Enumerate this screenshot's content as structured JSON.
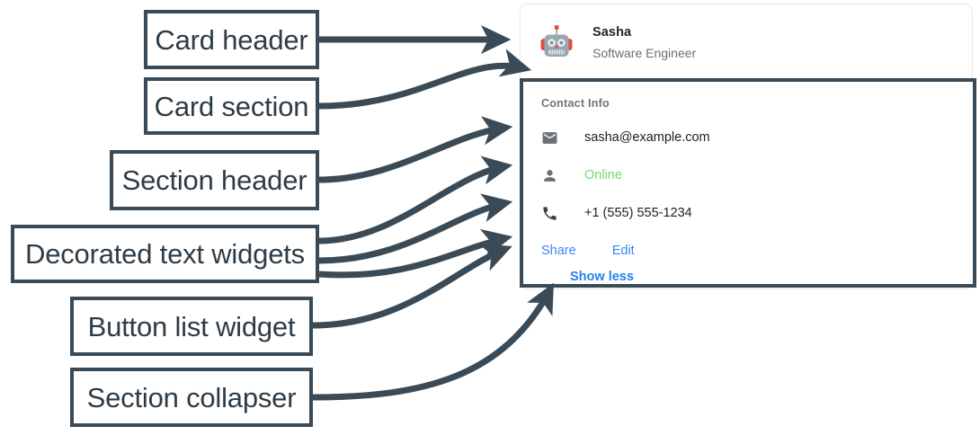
{
  "annotations": [
    {
      "id": "card-header",
      "label": "Card header"
    },
    {
      "id": "card-section",
      "label": "Card section"
    },
    {
      "id": "section-header",
      "label": "Section header"
    },
    {
      "id": "decorated",
      "label": "Decorated text widgets"
    },
    {
      "id": "button-list",
      "label": "Button list widget"
    },
    {
      "id": "collapser",
      "label": "Section collapser"
    }
  ],
  "annotation_labels": {
    "card_header": "Card header",
    "card_section": "Card section",
    "section_header": "Section header",
    "decorated_text_widgets": "Decorated text widgets",
    "button_list_widget": "Button list widget",
    "section_collapser": "Section collapser"
  },
  "card": {
    "header": {
      "avatar_icon": "robot-avatar-icon",
      "title": "Sasha",
      "subtitle": "Software Engineer"
    },
    "section": {
      "header": "Contact Info",
      "rows": [
        {
          "icon": "email-icon",
          "value": "sasha@example.com",
          "color": "#202124"
        },
        {
          "icon": "person-icon",
          "value": "Online",
          "color": "#72d572"
        },
        {
          "icon": "phone-icon",
          "value": "+1 (555) 555-1234",
          "color": "#202124"
        }
      ],
      "buttons": [
        {
          "label": "Share"
        },
        {
          "label": "Edit"
        }
      ],
      "collapser": {
        "label": "Show less"
      }
    }
  },
  "colors": {
    "annotation_stroke": "#3a4b57",
    "link_blue": "#3b84f7",
    "collapser_blue": "#2a7ef2",
    "online_green": "#72d572",
    "muted_text": "#6b6f76",
    "section_header_text": "#717277",
    "body_text": "#202124",
    "card_border": "#e8e8e8"
  }
}
